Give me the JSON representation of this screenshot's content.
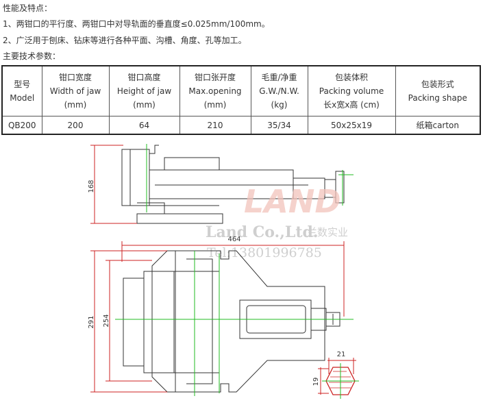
{
  "text": {
    "features_title": "性能及特点：",
    "feature_1": "1、两钳口的平行度、两钳口中对导轨面的垂直度≤0.025mm/100mm。",
    "feature_2": "2、广泛用于刨床、钻床等进行各种平面、沟槽、角度、孔等加工。",
    "params_title": "主要技术参数："
  },
  "table": {
    "headers": [
      {
        "zh": "型号",
        "en": "Model",
        "unit": ""
      },
      {
        "zh": "钳口宽度",
        "en": "Width of jaw",
        "unit": "(mm)"
      },
      {
        "zh": "钳口高度",
        "en": "Height of jaw",
        "unit": "(mm)"
      },
      {
        "zh": "钳口张开度",
        "en": "Max.opening",
        "unit": "(mm)"
      },
      {
        "zh": "毛重/净重",
        "en": "G.W./N.W.",
        "unit": "(kg)"
      },
      {
        "zh": "包装体积",
        "en": "Packing volume",
        "unit": "长x宽x高 (cm)"
      },
      {
        "zh": "包装形式",
        "en": "Packing shape",
        "unit": ""
      }
    ],
    "row": [
      "QB200",
      "200",
      "64",
      "210",
      "35/34",
      "50x25x19",
      "纸箱carton"
    ]
  },
  "drawing": {
    "dim_height": "168",
    "dim_length": "464",
    "dim_width_outer": "291",
    "dim_width_inner": "254",
    "dim_hex_width": "21",
    "dim_hex_height": "19",
    "colors": {
      "dimension": "#cc2222",
      "centerline": "#22bb22",
      "outline": "#333333",
      "watermark": "#f2b8b0"
    }
  },
  "watermark": {
    "logo": "LAND",
    "company": "Land Co.,Ltd.",
    "company_cn": "兰数实业",
    "tel": "Tel:13801996785"
  }
}
